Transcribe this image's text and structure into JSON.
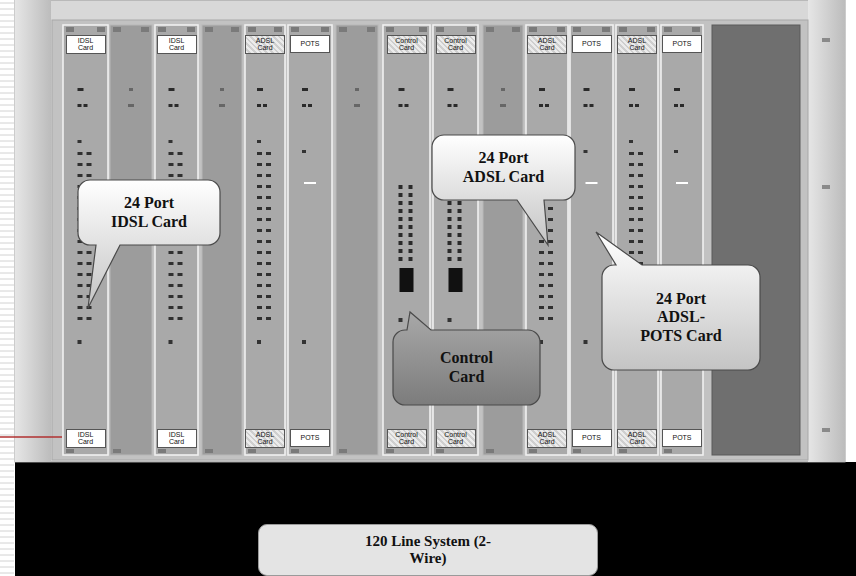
{
  "diagram": {
    "nodes": [
      {
        "text": [
          "IDSL Card"
        ]
      },
      {
        "text": [
          "IDSL Card"
        ]
      },
      {
        "text": [
          "ADSL Card"
        ]
      },
      {
        "text": [
          "POTS"
        ]
      },
      {
        "text": [
          "Control Card"
        ]
      },
      {
        "text": [
          "Control Card"
        ]
      },
      {
        "text": [
          "ADSL Card"
        ]
      },
      {
        "text": [
          "POTS"
        ]
      },
      {
        "text": [
          "ADSL Card"
        ]
      },
      {
        "text": [
          "POTS"
        ]
      },
      {
        "text": [
          "24 Port ADSL Card"
        ]
      },
      {
        "text": [
          "24 Port IDSL Card"
        ]
      },
      {
        "text": [
          "24 Port ADSL-POTS Card"
        ]
      },
      {
        "text": [
          "Control Card"
        ]
      },
      {
        "text": [
          "IDSL Card"
        ]
      },
      {
        "text": [
          "IDSL Card"
        ]
      },
      {
        "text": [
          "ADSL Card"
        ]
      },
      {
        "text": [
          "POTS"
        ]
      },
      {
        "text": [
          "Control Card"
        ]
      },
      {
        "text": [
          "Control Card"
        ]
      },
      {
        "text": [
          "ADSL Card"
        ]
      },
      {
        "text": [
          "POTS"
        ]
      },
      {
        "text": [
          "ADSL Card"
        ]
      },
      {
        "text": [
          "POTS"
        ]
      },
      {
        "text": [
          "120 Line System (2-Wire)"
        ]
      }
    ]
  }
}
